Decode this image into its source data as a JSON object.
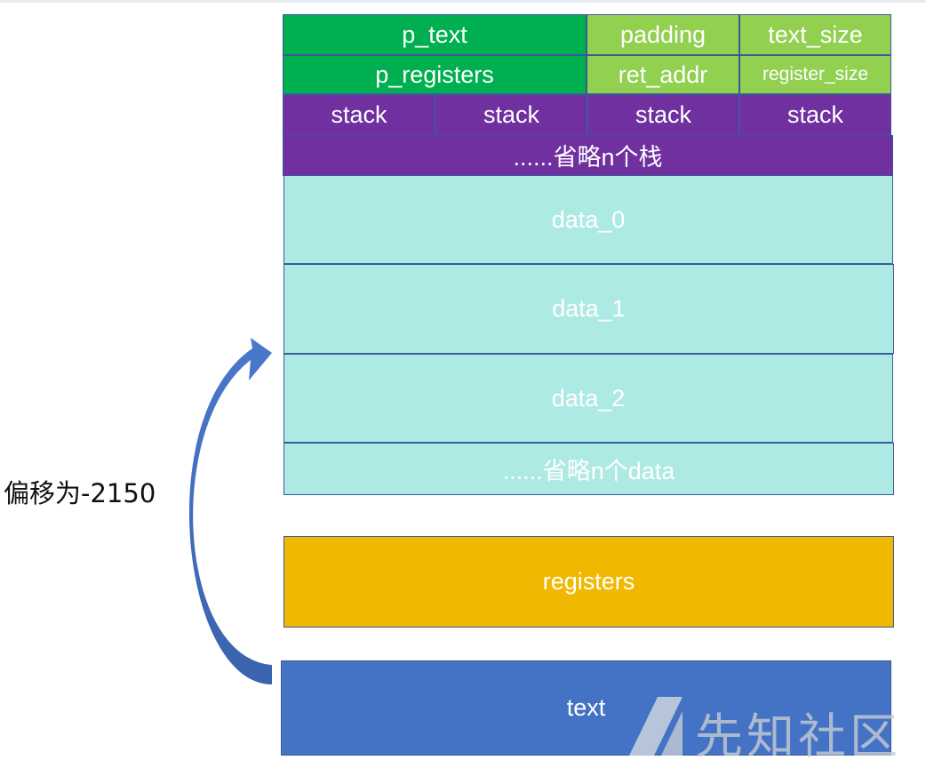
{
  "header_row": {
    "p_text": "p_text",
    "padding": "padding",
    "text_size": "text_size"
  },
  "second_row": {
    "p_registers": "p_registers",
    "ret_addr": "ret_addr",
    "register_size": "register_size"
  },
  "stack_row": [
    "stack",
    "stack",
    "stack",
    "stack"
  ],
  "stack_omitted": "......省略n个栈",
  "data_blocks": [
    "data_0",
    "data_1",
    "data_2"
  ],
  "data_omitted": "......省略n个data",
  "registers_block": "registers",
  "text_block": "text",
  "offset_label": "偏移为-2150",
  "watermark_text": "先知社区",
  "colors": {
    "dark_green": "#00b050",
    "light_green": "#92d050",
    "purple": "#7030a0",
    "cyan": "#aeeae4",
    "gold": "#f0b800",
    "blue": "#4472c4",
    "arrow": "#4472c4"
  }
}
